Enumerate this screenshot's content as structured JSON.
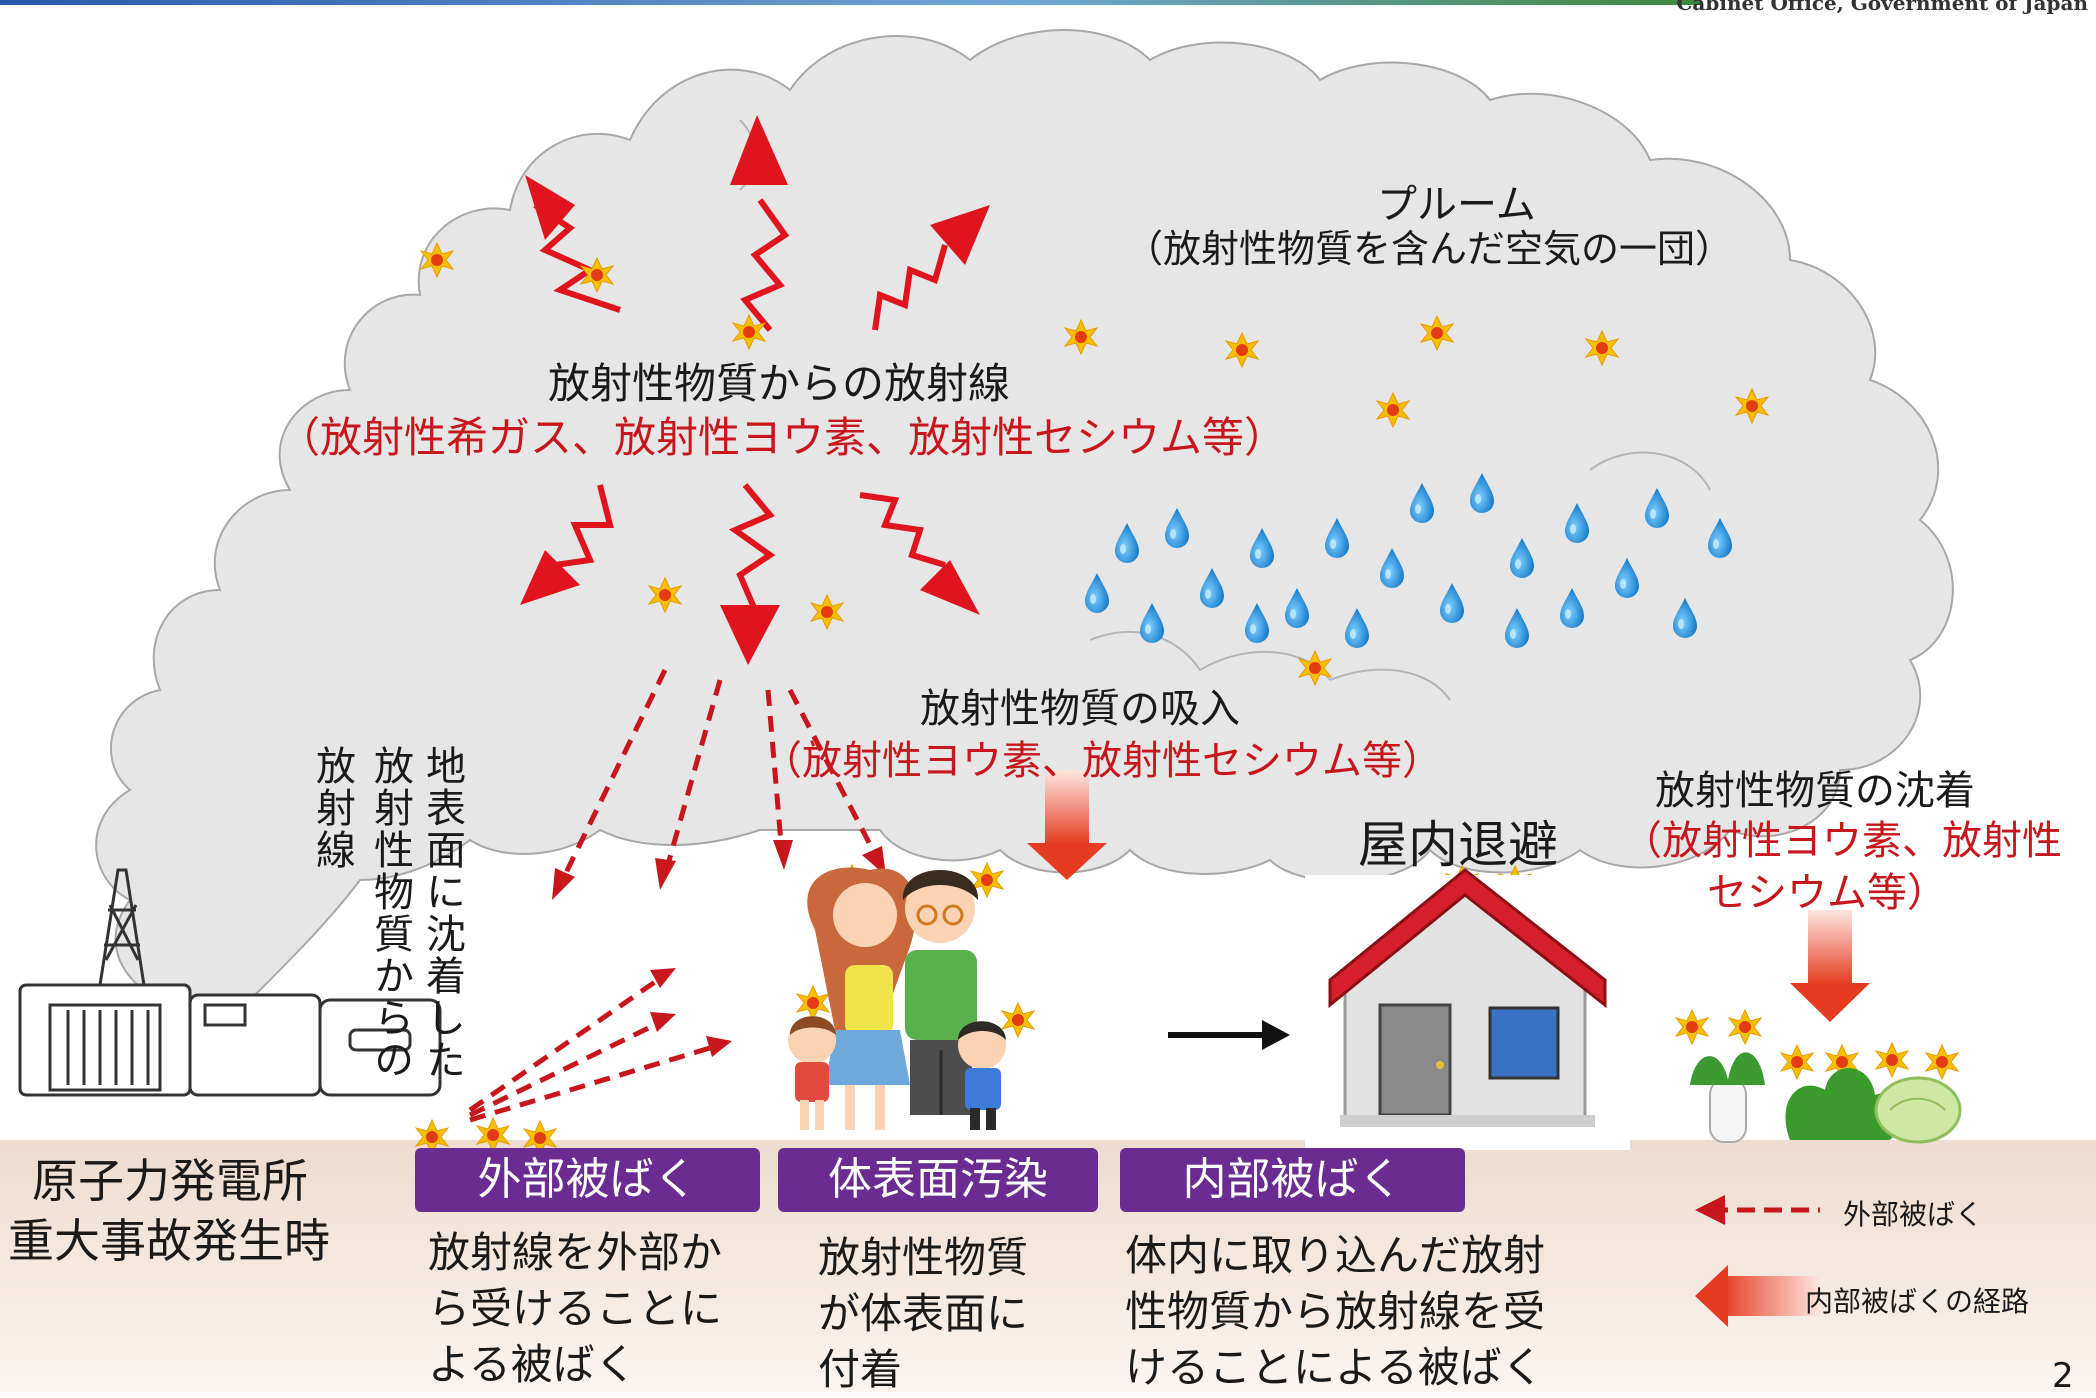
{
  "header": {
    "org": "Cabinet Office, Government of Japan",
    "page_number": "2"
  },
  "plume": {
    "title": "プルーム",
    "subtitle": "（放射性物質を含んだ空気の一団）"
  },
  "radiation": {
    "title": "放射性物質からの放射線",
    "subtitle": "（放射性希ガス、放射性ヨウ素、放射性セシウム等）"
  },
  "inhalation": {
    "title": "放射性物質の吸入",
    "subtitle": "（放射性ヨウ素、放射性セシウム等）"
  },
  "deposition": {
    "title": "放射性物質の沈着",
    "subtitle_line1": "（放射性ヨウ素、放射性",
    "subtitle_line2": "セシウム等）"
  },
  "ground_radiation": {
    "col1": "地表面に沈着した",
    "col2": "放射性物質からの",
    "col3": "放射線"
  },
  "shelter": "屋内退避",
  "plant": {
    "line1": "原子力発電所",
    "line2": "重大事故発生時"
  },
  "boxes": [
    {
      "label": "外部被ばく",
      "desc1": "放射線を外部か",
      "desc2": "ら受けることに",
      "desc3": "よる被ばく"
    },
    {
      "label": "体表面汚染",
      "desc1": "放射性物質",
      "desc2": "が体表面に",
      "desc3": "付着"
    },
    {
      "label": "内部被ばく",
      "desc1": "体内に取り込んだ放射",
      "desc2": "性物質から放射線を受",
      "desc3": "けることによる被ばく"
    }
  ],
  "legend": {
    "external": "外部被ばく",
    "internal": "内部被ばくの経路"
  },
  "colors": {
    "red": "#c8161d",
    "purple": "#6b2c91",
    "cloud": "#e6e6e6",
    "ground": "#f0e2d8"
  }
}
